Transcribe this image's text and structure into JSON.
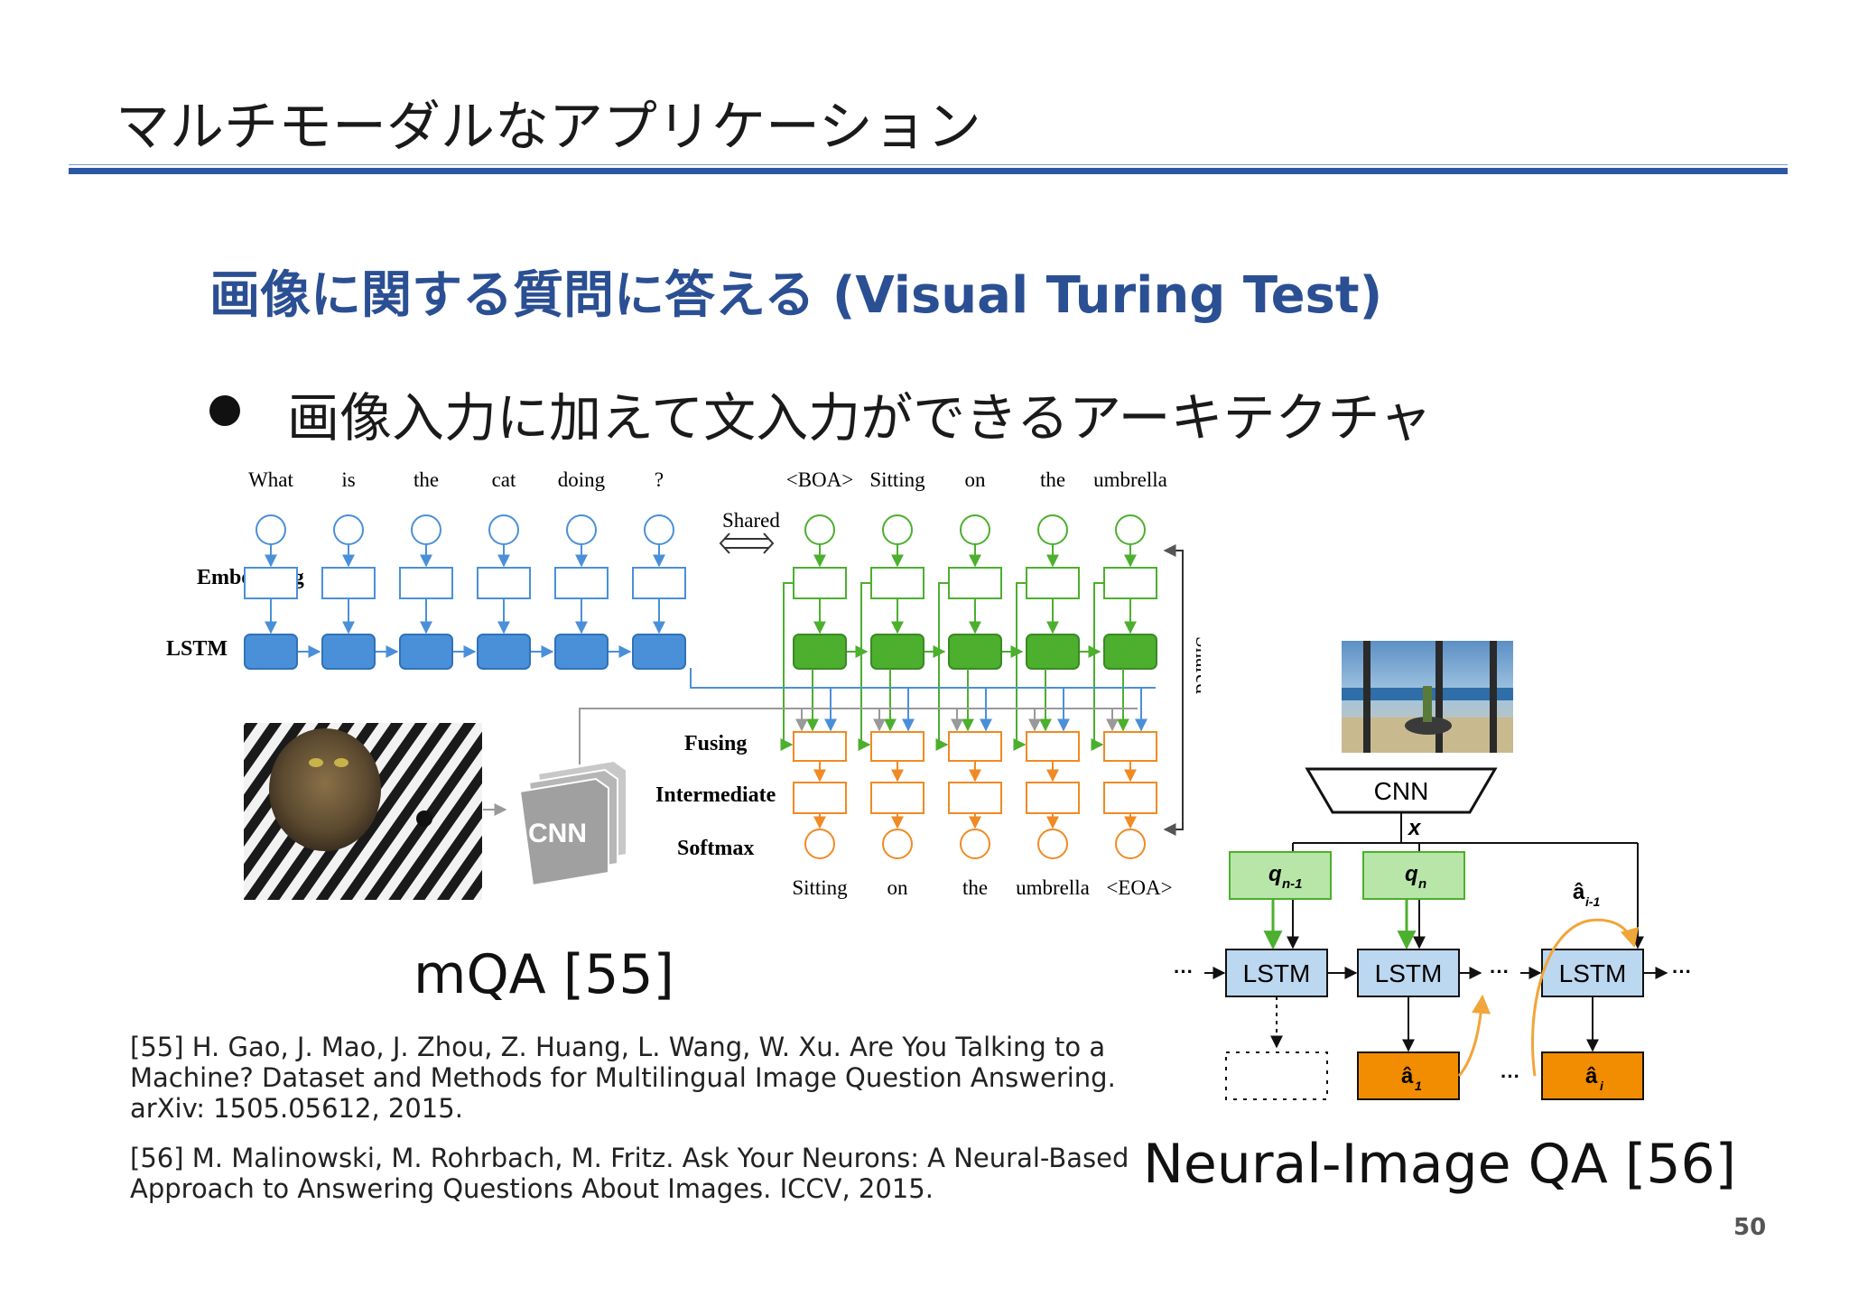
{
  "slide": {
    "title": "マルチモーダルなアプリケーション",
    "heading": "画像に関する質問に答える (Visual Turing Test)",
    "bullet": "画像入力に加えて文入力ができるアーキテクチャ",
    "page_number": "50"
  },
  "mqa": {
    "caption": "mQA [55]",
    "question_words": [
      "What",
      "is",
      "the",
      "cat",
      "doing",
      "?"
    ],
    "answer_input_words": [
      "<BOA>",
      "Sitting",
      "on",
      "the",
      "umbrella"
    ],
    "answer_output_words": [
      "Sitting",
      "on",
      "the",
      "umbrella",
      "<EOA>"
    ],
    "labels": {
      "embedding": "Embedding",
      "lstm": "LSTM",
      "fusing": "Fusing",
      "intermediate": "Intermediate",
      "softmax": "Softmax",
      "shared_top": "Shared",
      "shared_side": "Shared",
      "cnn": "CNN"
    },
    "colors": {
      "question": "#4a90d9",
      "answer": "#4caf2e",
      "fusion": "#f08a24",
      "cnn": "#a0a0a0"
    }
  },
  "nqa": {
    "caption": "Neural-Image QA [56]",
    "cnn": "CNN",
    "x_label": "x",
    "q_prev": "q",
    "q_prev_sub": "n-1",
    "q_curr": "q",
    "q_curr_sub": "n",
    "a_prev_label": "â",
    "a_prev_sub": "i-1",
    "lstm": "LSTM",
    "a_first": "â",
    "a_first_sub": "1",
    "a_last": "â",
    "a_last_sub": "i",
    "ellipsis": "···",
    "colors": {
      "q": "#b8e6a8",
      "lstm": "#bcd7f0",
      "answer": "#f28c00"
    }
  },
  "references": [
    "[55] H. Gao, J. Mao, J. Zhou, Z. Huang, L. Wang, W. Xu. Are You Talking to a Machine? Dataset and Methods for Multilingual Image Question Answering. arXiv: 1505.05612, 2015.",
    "[56] M. Malinowski, M. Rohrbach, M. Fritz. Ask Your Neurons: A Neural-Based Approach to Answering Questions About Images. ICCV, 2015."
  ]
}
